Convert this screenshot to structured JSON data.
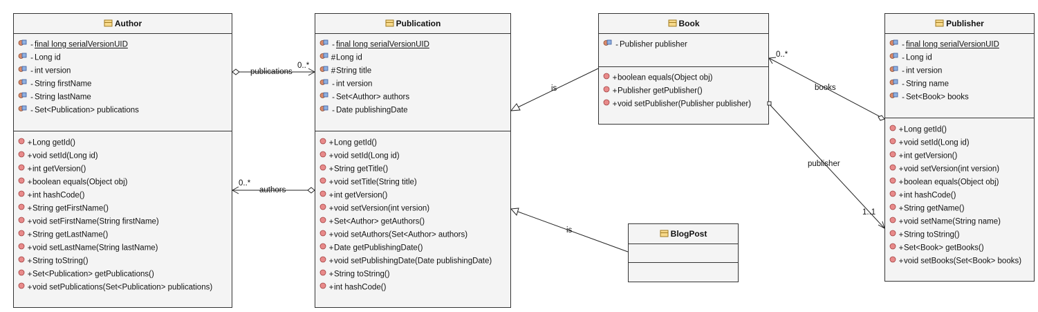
{
  "classes": {
    "author": {
      "name": "Author",
      "attributes": [
        {
          "vis": "-",
          "text": "final long serialVersionUID",
          "static": true
        },
        {
          "vis": "-",
          "text": "Long id"
        },
        {
          "vis": "-",
          "text": "int version"
        },
        {
          "vis": "-",
          "text": "String firstName"
        },
        {
          "vis": "-",
          "text": "String lastName"
        },
        {
          "vis": "-",
          "text": "Set<Publication> publications"
        }
      ],
      "methods": [
        "Long getId()",
        "void setId(Long id)",
        "int getVersion()",
        "boolean equals(Object obj)",
        "int hashCode()",
        "String getFirstName()",
        "void setFirstName(String firstName)",
        "String getLastName()",
        "void setLastName(String lastName)",
        "String toString()",
        "Set<Publication> getPublications()",
        "void setPublications(Set<Publication> publications)"
      ]
    },
    "publication": {
      "name": "Publication",
      "attributes": [
        {
          "vis": "-",
          "text": "final long serialVersionUID",
          "static": true
        },
        {
          "vis": "#",
          "text": "Long id"
        },
        {
          "vis": "#",
          "text": "String title"
        },
        {
          "vis": "-",
          "text": "int version"
        },
        {
          "vis": "-",
          "text": "Set<Author> authors"
        },
        {
          "vis": "-",
          "text": "Date publishingDate"
        }
      ],
      "methods": [
        "Long getId()",
        "void setId(Long id)",
        "String getTitle()",
        "void setTitle(String title)",
        "int getVersion()",
        "void setVersion(int version)",
        "Set<Author> getAuthors()",
        "void setAuthors(Set<Author> authors)",
        "Date getPublishingDate()",
        "void setPublishingDate(Date publishingDate)",
        "String toString()",
        "int hashCode()"
      ]
    },
    "book": {
      "name": "Book",
      "attributes": [
        {
          "vis": "-",
          "text": "Publisher publisher"
        }
      ],
      "methods": [
        "boolean equals(Object obj)",
        "Publisher getPublisher()",
        "void setPublisher(Publisher publisher)"
      ]
    },
    "publisher": {
      "name": "Publisher",
      "attributes": [
        {
          "vis": "-",
          "text": "final long serialVersionUID",
          "static": true
        },
        {
          "vis": "-",
          "text": "Long id"
        },
        {
          "vis": "-",
          "text": "int version"
        },
        {
          "vis": "-",
          "text": "String name"
        },
        {
          "vis": "-",
          "text": "Set<Book> books"
        }
      ],
      "methods": [
        "Long getId()",
        "void setId(Long id)",
        "int getVersion()",
        "void setVersion(int version)",
        "boolean equals(Object obj)",
        "int hashCode()",
        "String getName()",
        "void setName(String name)",
        "String toString()",
        "Set<Book> getBooks()",
        "void setBooks(Set<Book> books)"
      ]
    },
    "blogpost": {
      "name": "BlogPost",
      "attributes": [],
      "methods": []
    }
  },
  "method_visibility": "+",
  "edges": {
    "publications_label": "publications",
    "publications_mult": "0..*",
    "authors_label": "authors",
    "authors_mult": "0..*",
    "book_is_label": "is",
    "blogpost_is_label": "is",
    "books_label": "books",
    "books_mult": "0..*",
    "publisher_label": "publisher",
    "publisher_mult": "1..1"
  },
  "colors": {
    "box_fill": "#f4f4f4",
    "border": "#333333",
    "method_icon": "#e07070",
    "attr_icon": "#6a8fc9"
  }
}
